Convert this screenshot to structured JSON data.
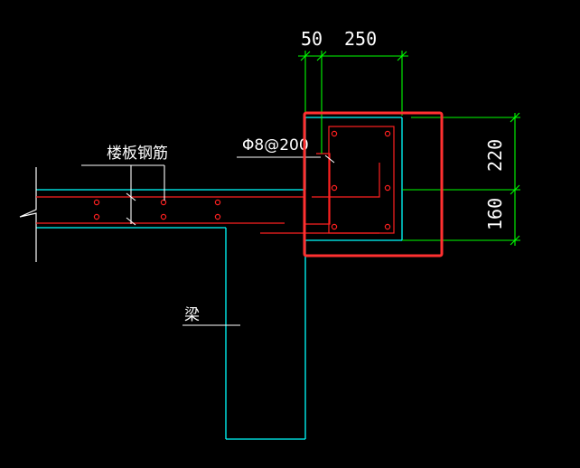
{
  "labels": {
    "dim_top_left": "50",
    "dim_top_right": "250",
    "dim_right_upper": "220",
    "dim_right_lower": "160",
    "rebar_spec": "Φ8@200",
    "slab_rebar": "楼板钢筋",
    "beam": "梁"
  },
  "colors": {
    "background": "#000000",
    "outline": "#00ffff",
    "rebar": "#ff2020",
    "dimension": "#00ff00",
    "leader": "#ffffff",
    "highlight": "#ff3030"
  }
}
